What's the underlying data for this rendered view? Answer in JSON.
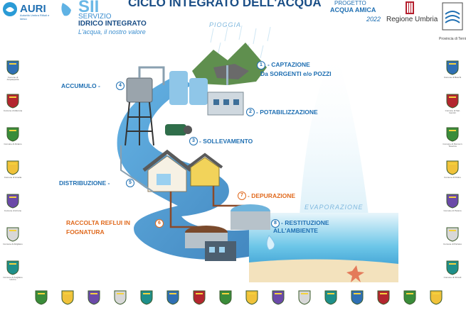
{
  "header": {
    "auri_logo": "AURI",
    "auri_subtitle": "Autorità Umbra Rifiuti e Idrico",
    "sii_logo": "SII",
    "sii_servizio": "SERVIZIO",
    "sii_idrico": "IDRICO INTEGRATO",
    "sii_tagline": "L'acqua, il nostro valore",
    "title": "CICLO INTEGRATO DELL'ACQUA",
    "project_line1": "PROGETTO",
    "project_line2": "ACQUA AMICA",
    "project_year": "2022",
    "regione": "Regione Umbria",
    "provincia": "Provincia di Terni"
  },
  "diagram": {
    "pioggia": "PIOGGIA",
    "evaporazione": "EVAPORAZIONE",
    "steps": [
      {
        "num": "1",
        "label": "- CAPTAZIONE",
        "label2": "Da SORGENTI e/o POZZI"
      },
      {
        "num": "2",
        "label": "- POTABILIZZAZIONE"
      },
      {
        "num": "3",
        "label": "- SOLLEVAMENTO"
      },
      {
        "num": "4",
        "label": "ACCUMULO -"
      },
      {
        "num": "5",
        "label": "DISTRIBUZIONE -"
      },
      {
        "num": "6",
        "label": "RACCOLTA REFLUI IN",
        "label2": "FOGNATURA"
      },
      {
        "num": "7",
        "label": "- DEPURAZIONE"
      },
      {
        "num": "8",
        "label": "- RESTITUZIONE",
        "label2": "ALL'AMBIENTE"
      }
    ]
  },
  "comuni_left": [
    "Comune di Acquasparta",
    "Comune di Allerona",
    "Comune di Alviano",
    "Comune di Amelia",
    "Comune di Arrone",
    "Comune di Attigliano",
    "Comune di Avigliano Umbro"
  ],
  "comuni_right": [
    "Comune di Baschi",
    "Comune di San Gemini",
    "Comune di Penna in Teverina",
    "Comune di Polino",
    "Comune di Porano",
    "Comune di Parrano",
    "Comune di Otricoli"
  ],
  "colors": {
    "primary_blue": "#1f6fb2",
    "orange": "#e06a1e",
    "water": "#6bb8e6"
  }
}
